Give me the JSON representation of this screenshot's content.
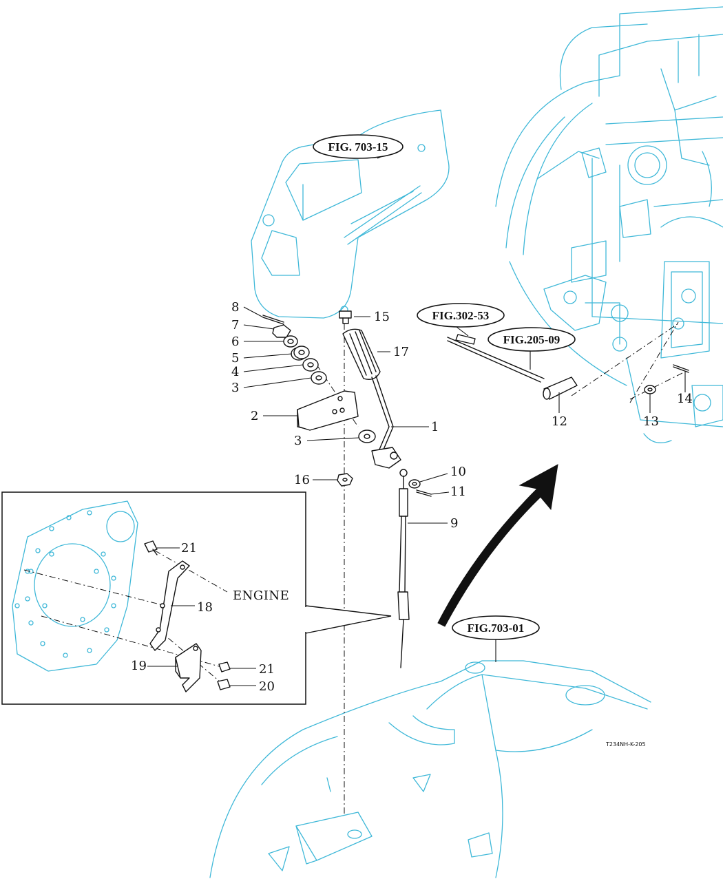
{
  "figure_refs": {
    "fig_703_15": "FIG. 703-15",
    "fig_302_53": "FIG.302-53",
    "fig_205_09": "FIG.205-09",
    "fig_703_01": "FIG.703-01"
  },
  "callouts": {
    "c1": "1",
    "c2": "2",
    "c3a": "3",
    "c3b": "3",
    "c4": "4",
    "c5": "5",
    "c6": "6",
    "c7": "7",
    "c8": "8",
    "c9": "9",
    "c10": "10",
    "c11": "11",
    "c12": "12",
    "c13": "13",
    "c14": "14",
    "c15": "15",
    "c16": "16",
    "c17": "17",
    "c18": "18",
    "c19": "19",
    "c20": "20",
    "c21a": "21",
    "c21b": "21"
  },
  "inset": {
    "engine_label": "ENGINE"
  },
  "drawing_code": "T234NH-K-205",
  "colors": {
    "context_line": "#3fb8d8",
    "part_line": "#111111",
    "background": "#ffffff"
  }
}
